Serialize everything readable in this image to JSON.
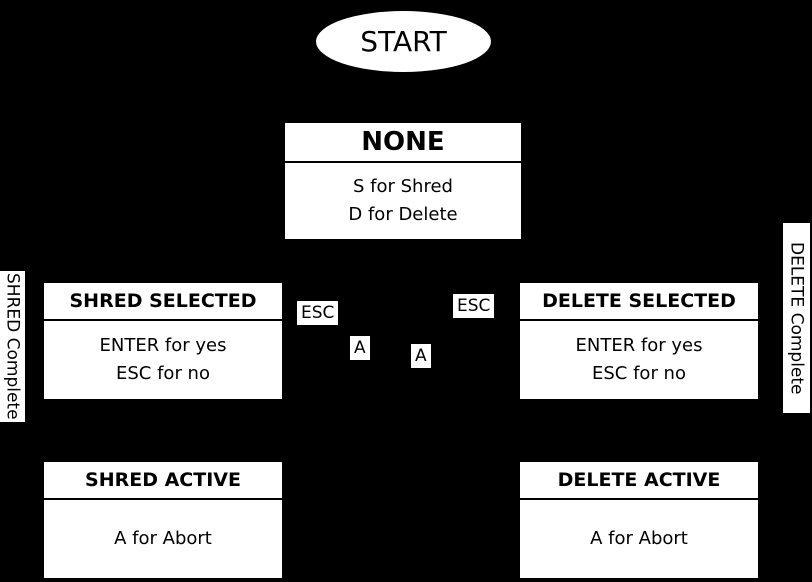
{
  "colors": {
    "background": "#000000",
    "node_fill": "#ffffff",
    "node_text": "#000000"
  },
  "start": {
    "label": "START"
  },
  "nodes": {
    "none": {
      "header": "NONE",
      "line1": "S for Shred",
      "line2": "D for Delete"
    },
    "shred_selected": {
      "header": "SHRED SELECTED",
      "line1": "ENTER for yes",
      "line2": "ESC for no"
    },
    "delete_selected": {
      "header": "DELETE SELECTED",
      "line1": "ENTER for yes",
      "line2": "ESC for no"
    },
    "shred_active": {
      "header": "SHRED ACTIVE",
      "line1": "A for Abort"
    },
    "delete_active": {
      "header": "DELETE ACTIVE",
      "line1": "A for Abort"
    }
  },
  "labels": {
    "esc_left": "ESC",
    "esc_right": "ESC",
    "a_left": "A",
    "a_right": "A",
    "shred_complete": "SHRED Complete",
    "delete_complete": "DELETE Complete"
  }
}
